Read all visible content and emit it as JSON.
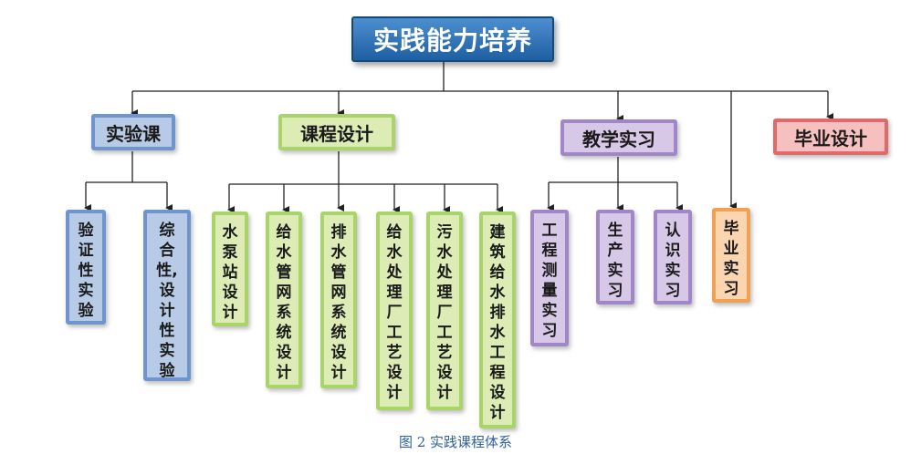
{
  "root": {
    "label": "实践能力培养"
  },
  "categories": [
    {
      "label": "实验课",
      "color": "blue"
    },
    {
      "label": "课程设计",
      "color": "green"
    },
    {
      "label": "教学实习",
      "color": "purple"
    },
    {
      "label": "毕业设计",
      "color": "red"
    }
  ],
  "leaves": [
    {
      "label": "验证性实验",
      "parent": "实验课"
    },
    {
      "label": "综合性,设计性实验",
      "parent": "实验课"
    },
    {
      "label": "水泵站设计",
      "parent": "课程设计"
    },
    {
      "label": "给水管网系统设计",
      "parent": "课程设计"
    },
    {
      "label": "排水管网系统设计",
      "parent": "课程设计"
    },
    {
      "label": "给水处理厂工艺设计",
      "parent": "课程设计"
    },
    {
      "label": "污水处理厂工艺设计",
      "parent": "课程设计"
    },
    {
      "label": "建筑给水排水工程设计",
      "parent": "课程设计"
    },
    {
      "label": "工程测量实习",
      "parent": "教学实习"
    },
    {
      "label": "生产实习",
      "parent": "教学实习"
    },
    {
      "label": "认识实习",
      "parent": "教学实习"
    },
    {
      "label": "毕业实习",
      "parent": "实践能力培养"
    }
  ],
  "caption": "图 2  实践课程体系"
}
